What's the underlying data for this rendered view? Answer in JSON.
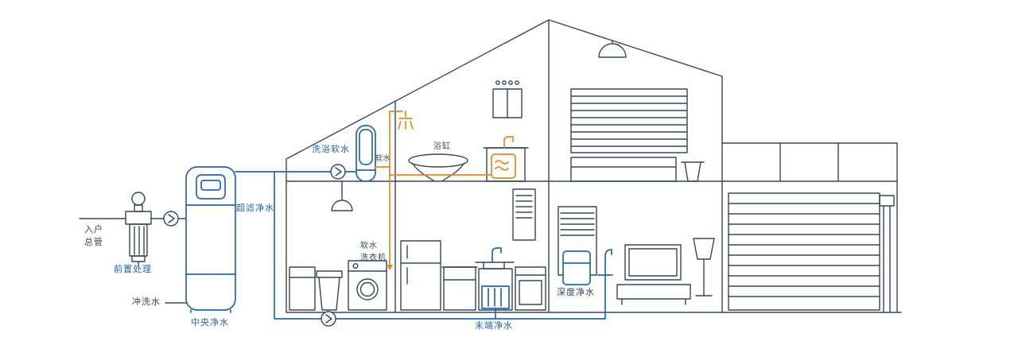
{
  "colors": {
    "structure": "#36455a",
    "blue": "#2565ae",
    "orange": "#e8881f",
    "background": "#ffffff"
  },
  "icons": {
    "flow_arrow": "›"
  },
  "labels": {
    "entry_main": "入户\n总管",
    "pre_treatment": "前置处理",
    "flush_water": "冲洗水",
    "central_purifier": "中央净水",
    "ultrafiltration": "超滤净水",
    "bath_softener": "洗浴软水",
    "soft_water": "软水",
    "bathtub": "浴缸",
    "soft_washer": "软水\n洗衣机",
    "terminal_purifier": "末端净水",
    "deep_purifier": "深度净水"
  }
}
